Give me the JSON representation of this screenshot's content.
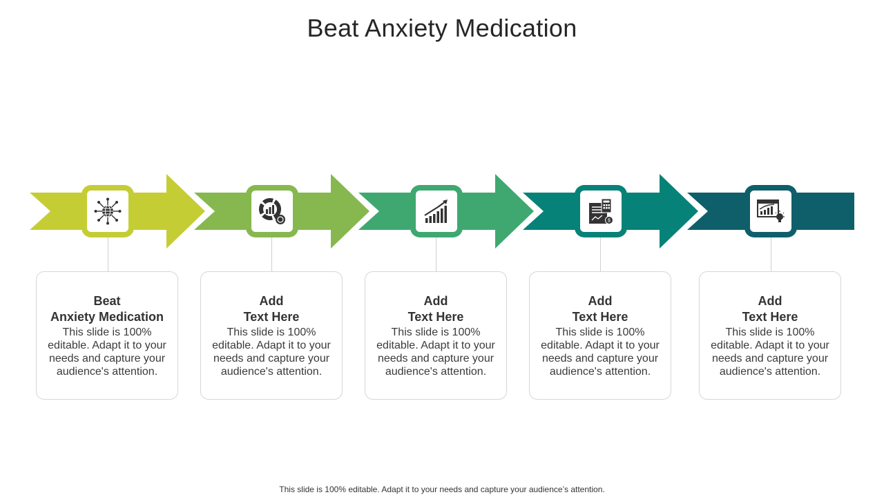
{
  "title": "Beat Anxiety Medication",
  "colors": {
    "step1": "#c5cd35",
    "step2": "#86b84f",
    "step3": "#3ea870",
    "step4": "#078278",
    "step5": "#0f5f6a",
    "card_border": "#d6d6d6",
    "connector": "#cfcfcf"
  },
  "steps": [
    {
      "icon": "globe-network-icon",
      "heading": "Beat\nAnxiety Medication",
      "body": "This slide is 100% editable. Adapt it to your needs and capture your audience's attention."
    },
    {
      "icon": "pie-chart-coin-icon",
      "heading": "Add\nText Here",
      "body": "This slide is 100% editable. Adapt it to your needs and capture your audience's attention."
    },
    {
      "icon": "growth-chart-icon",
      "heading": "Add\nText Here",
      "body": "This slide is 100% editable. Adapt it to your needs and capture your audience's attention."
    },
    {
      "icon": "calculator-report-icon",
      "heading": "Add\nText Here",
      "body": "This slide is 100% editable. Adapt it to your needs and capture your audience's attention."
    },
    {
      "icon": "browser-chart-idea-icon",
      "heading": "Add\nText Here",
      "body": "This slide is 100% editable. Adapt it to your needs and capture your audience's attention."
    }
  ],
  "footer": "This slide is 100% editable. Adapt it to your needs and capture your audience’s attention."
}
